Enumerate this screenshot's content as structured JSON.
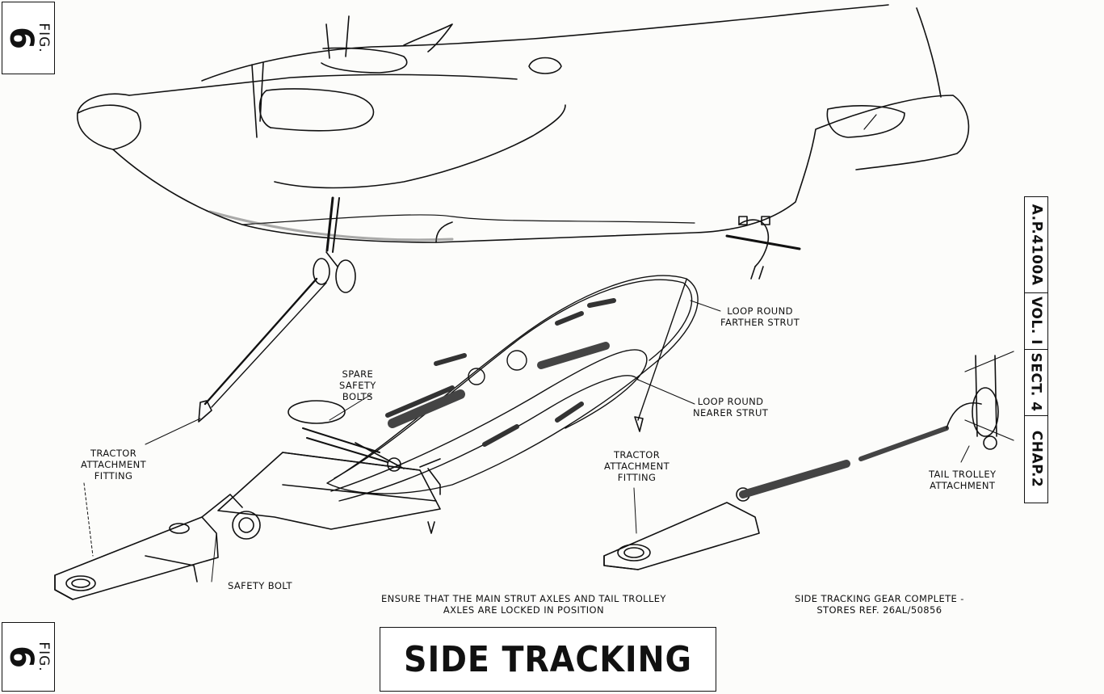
{
  "figure": {
    "word": "FIG.",
    "number": "6"
  },
  "reference": {
    "publication": "A.P.4100A",
    "volume": "VOL. I",
    "section": "SECT. 4",
    "chapter": "CHAP.2"
  },
  "title": "SIDE TRACKING",
  "labels": {
    "spare_safety_bolts": [
      "SPARE",
      "SAFETY",
      "BOLTS"
    ],
    "loop_farther": [
      "LOOP ROUND",
      "FARTHER STRUT"
    ],
    "loop_nearer": [
      "LOOP ROUND",
      "NEARER STRUT"
    ],
    "tractor_left": [
      "TRACTOR",
      "ATTACHMENT",
      "FITTING"
    ],
    "tractor_right": [
      "TRACTOR",
      "ATTACHMENT",
      "FITTING"
    ],
    "tail_trolley": [
      "TAIL TROLLEY",
      "ATTACHMENT"
    ],
    "safety_bolt": "SAFETY BOLT"
  },
  "notes": {
    "ensure": [
      "ENSURE THAT THE MAIN STRUT AXLES AND TAIL TROLLEY",
      "AXLES ARE LOCKED IN POSITION"
    ],
    "stores": [
      "SIDE TRACKING GEAR COMPLETE -",
      "STORES REF. 26AL/50856"
    ]
  }
}
